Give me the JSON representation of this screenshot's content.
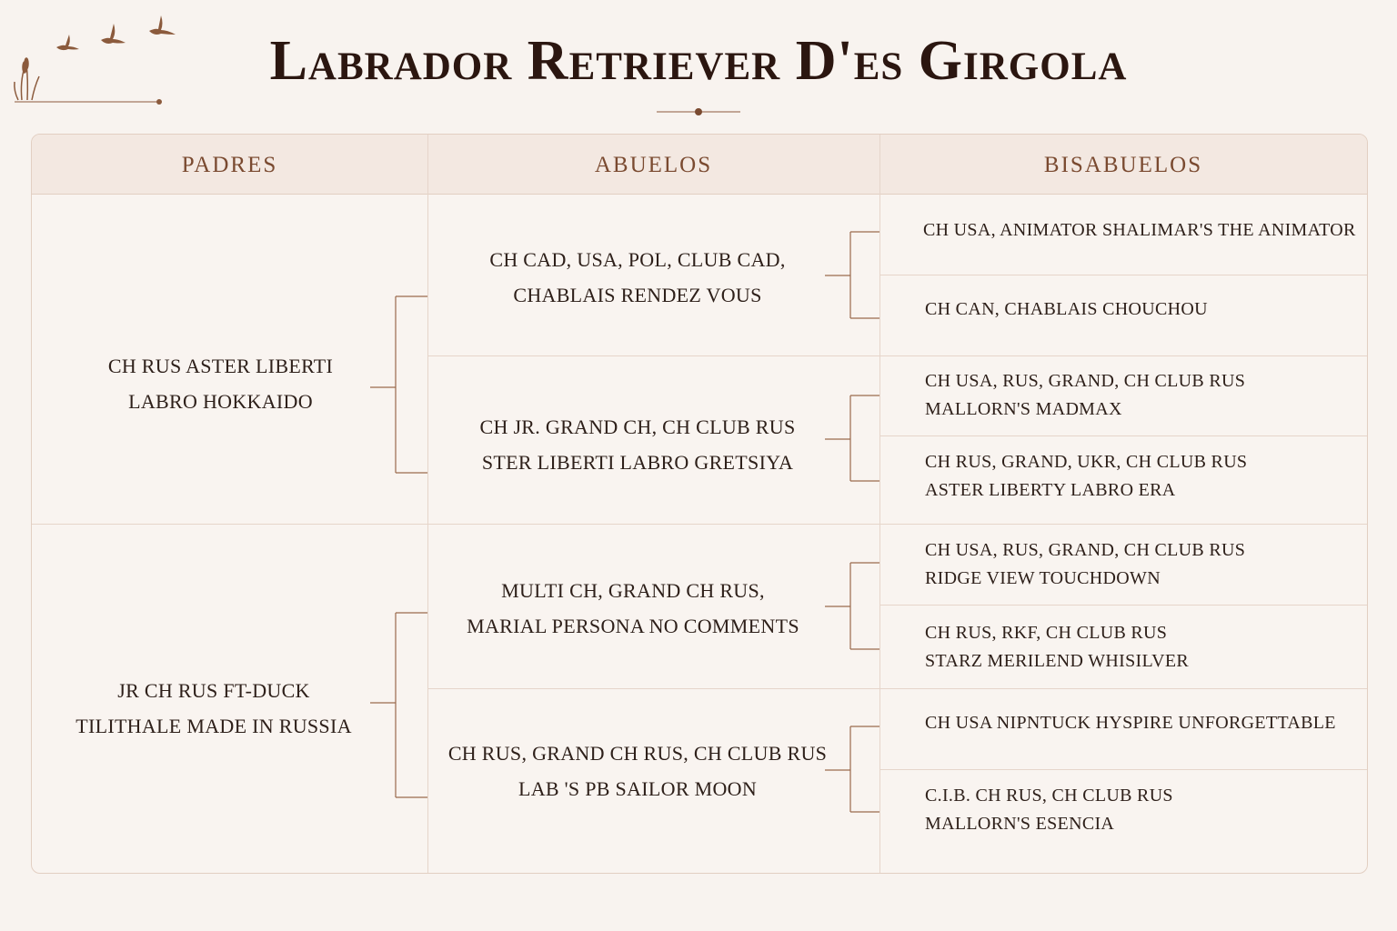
{
  "title": "Labrador Retriever D'es Girgola",
  "headers": {
    "parents": "PADRES",
    "grandparents": "ABUELOS",
    "great_grandparents": "BISABUELOS"
  },
  "parents": [
    {
      "line1": "CH RUS ASTER LIBERTI",
      "line2": "LABRO HOKKAIDO"
    },
    {
      "line1": "JR CH RUS FT-DUCK",
      "line2": "TILITHALE MADE IN RUSSIA"
    }
  ],
  "grandparents": [
    {
      "line1": "CH CAD, USA, POL, CLUB CAD,",
      "line2": "CHABLAIS RENDEZ VOUS"
    },
    {
      "line1": "CH JR. GRAND CH, CH CLUB RUS",
      "line2": "STER LIBERTI LABRO GRETSIYA"
    },
    {
      "line1": "MULTI CH, GRAND CH RUS,",
      "line2": "MARIAL PERSONA NO COMMENTS"
    },
    {
      "line1": "CH RUS, GRAND CH RUS, CH CLUB RUS",
      "line2": "LAB 'S PB SAILOR MOON"
    }
  ],
  "great_grandparents": [
    {
      "line1": "CH USA, ANIMATOR SHALIMAR'S THE ANIMATOR",
      "line2": ""
    },
    {
      "line1": "CH CAN, CHABLAIS CHOUCHOU",
      "line2": ""
    },
    {
      "line1": "CH USA, RUS, GRAND, CH CLUB RUS",
      "line2": "MALLORN'S MADMAX"
    },
    {
      "line1": "CH RUS, GRAND, UKR, CH CLUB RUS",
      "line2": "ASTER LIBERTY LABRO ERA"
    },
    {
      "line1": "CH USA, RUS, GRAND, CH CLUB RUS",
      "line2": "RIDGE VIEW TOUCHDOWN"
    },
    {
      "line1": "CH RUS, RKF, CH CLUB RUS",
      "line2": "STARZ MERILEND WHISILVER"
    },
    {
      "line1": "CH USA NIPNTUCK HYSPIRE UNFORGETTABLE",
      "line2": ""
    },
    {
      "line1": "C.I.B. CH RUS, CH CLUB RUS",
      "line2": "MALLORN'S ESENCIA"
    }
  ],
  "colors": {
    "background": "#f8f3ef",
    "title": "#2b1610",
    "accent": "#8b5a3c",
    "header_bg": "#f3e8e1"
  },
  "icons": [
    "flying-ducks-icon",
    "reeds-icon",
    "title-ornament-icon"
  ]
}
